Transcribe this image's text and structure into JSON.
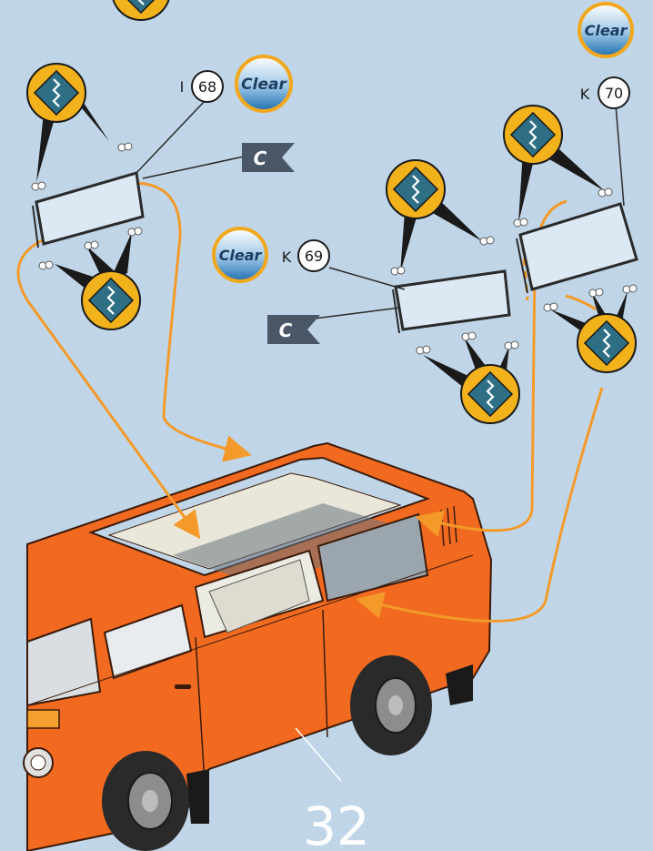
{
  "colors": {
    "background": "#c0d6e8",
    "arrow": "#f39a2a",
    "vanBody": "#f26a1f",
    "glue": "#f2b21c",
    "flag": "#4a5766"
  },
  "clear_badge": {
    "text": "Clear",
    "icon": "clear-paint-badge"
  },
  "flag_label": "C",
  "parts": [
    {
      "letter": "I",
      "number": "68"
    },
    {
      "letter": "K",
      "number": "69"
    },
    {
      "letter": "K",
      "number": "70"
    }
  ],
  "page_number": "32",
  "icons": {
    "glue": "glue-applicator-icon",
    "flag": "decal-flag-icon"
  }
}
